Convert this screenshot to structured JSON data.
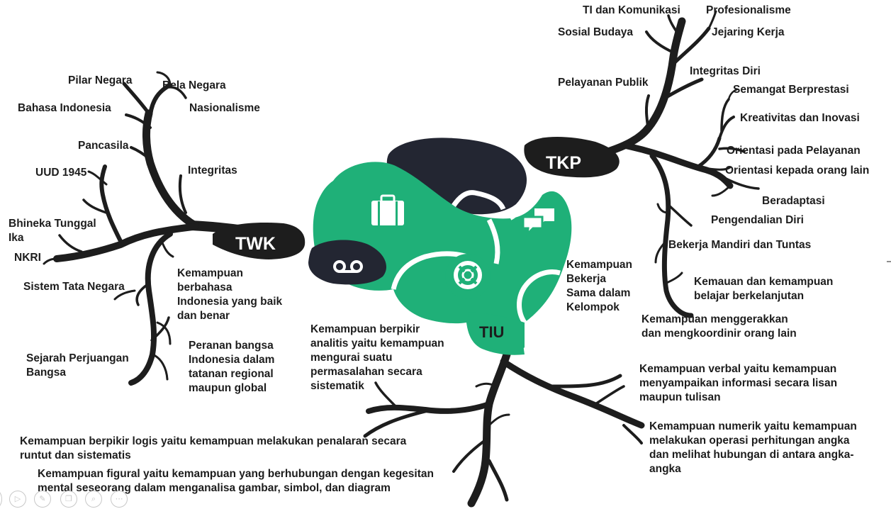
{
  "colors": {
    "tree": "#1d1d1d",
    "brain_green": "#1fb078",
    "brain_dark": "#232632"
  },
  "branches": {
    "twk": "TWK",
    "tkp": "TKP",
    "tiu": "TIU"
  },
  "twk": {
    "pilar_negara": "Pilar Negara",
    "bela_negara": "Bela Negara",
    "bahasa_indonesia": "Bahasa Indonesia",
    "nasionalisme": "Nasionalisme",
    "pancasila": "Pancasila",
    "integritas": "Integritas",
    "uud_1945": "UUD 1945",
    "bhineka": "Bhineka Tunggal\nIka",
    "nkri": "NKRI",
    "sistem_tata_negara": "Sistem Tata Negara",
    "kemampuan_berbahasa": "Kemampuan\nberbahasa\nIndonesia yang baik\ndan benar",
    "sejarah": "Sejarah Perjuangan\nBangsa",
    "peranan": "Peranan bangsa\nIndonesia dalam\ntatanan regional\nmaupun global"
  },
  "tkp": {
    "ti_komunikasi": "TI dan Komunikasi",
    "profesionalisme": "Profesionalisme",
    "sosial_budaya": "Sosial Budaya",
    "jejaring_kerja": "Jejaring Kerja",
    "integritas_diri": "Integritas Diri",
    "pelayanan_publik": "Pelayanan Publik",
    "semangat": "Semangat Berprestasi",
    "kreativitas": "Kreativitas dan Inovasi",
    "orientasi_pelayanan": "Orientasi pada Pelayanan",
    "orientasi_orang": "Orientasi kepada orang lain",
    "beradaptasi": "Beradaptasi",
    "pengendalian": "Pengendalian Diri",
    "bekerja_mandiri": "Bekerja Mandiri dan Tuntas",
    "kemampuan_bekerja": "Kemampuan\nBekerja\nSama dalam\nKelompok",
    "kemauan_belajar": "Kemauan dan kemampuan\nbelajar berkelanjutan",
    "menggerakkan": "Kemampuan menggerakkan\ndan mengkoordinir orang lain"
  },
  "tiu": {
    "analitis": "Kemampuan berpikir\nanalitis yaitu kemampuan\nmengurai suatu\npermasalahan secara\nsistematik",
    "verbal": "Kemampuan verbal yaitu kemampuan\nmenyampaikan informasi secara lisan\nmaupun tulisan",
    "logis": "Kemampuan berpikir logis yaitu kemampuan melakukan penalaran secara\nruntut dan sistematis",
    "numerik": "Kemampuan numerik yaitu kemampuan\nmelakukan operasi perhitungan angka\ndan melihat hubungan di antara angka-\nangka",
    "figural": "Kemampuan figural yaitu kemampuan yang berhubungan dengan kegesitan\nmental seseorang dalam menganalisa gambar, simbol, dan diagram"
  },
  "brain_icons": [
    "briefcase-icon",
    "chat-bubbles-icon",
    "voicemail-icon",
    "lifebuoy-icon"
  ],
  "controls": [
    "play-icon",
    "pen-icon",
    "copy-icon",
    "zoom-icon",
    "more-icon"
  ]
}
